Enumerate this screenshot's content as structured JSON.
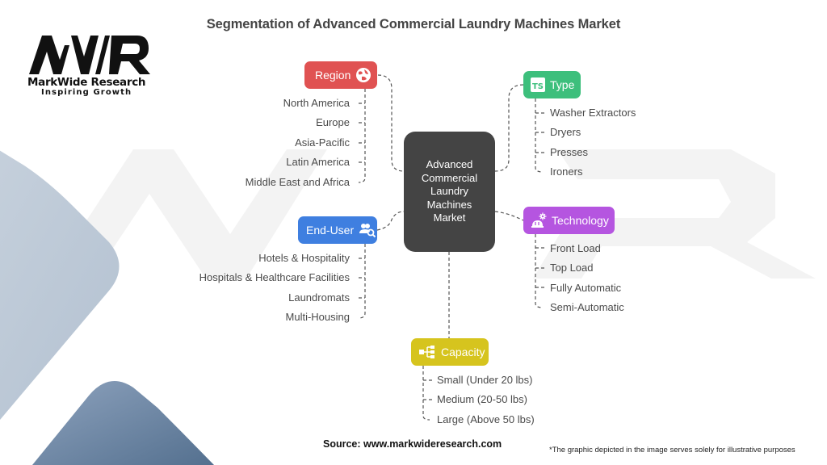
{
  "title": "Segmentation of Advanced Commercial Laundry Machines Market",
  "logo": {
    "mark": "MWR",
    "name": "MarkWide Research",
    "tagline": "Inspiring Growth"
  },
  "center": {
    "lines": [
      "Advanced",
      "Commercial",
      "Laundry",
      "Machines",
      "Market"
    ]
  },
  "segments": {
    "region": {
      "label": "Region",
      "icon": "globe-icon",
      "color": "#e05252",
      "items": [
        "North America",
        "Europe",
        "Asia-Pacific",
        "Latin America",
        "Middle East and Africa"
      ]
    },
    "type": {
      "label": "Type",
      "icon": "ts-badge-icon",
      "color": "#3dbf7c",
      "items": [
        "Washer Extractors",
        "Dryers",
        "Presses",
        "Ironers"
      ]
    },
    "end_user": {
      "label": "End-User",
      "icon": "user-search-icon",
      "color": "#3f7fe0",
      "items": [
        "Hotels & Hospitality",
        "Hospitals & Healthcare Facilities",
        "Laundromats",
        "Multi-Housing"
      ]
    },
    "technology": {
      "label": "Technology",
      "icon": "hardhat-gear-icon",
      "color": "#b555e0",
      "items": [
        "Front Load",
        "Top Load",
        "Fully Automatic",
        "Semi-Automatic"
      ]
    },
    "capacity": {
      "label": "Capacity",
      "icon": "hierarchy-icon",
      "color": "#d6c41e",
      "items": [
        "Small (Under 20 lbs)",
        "Medium (20-50 lbs)",
        "Large (Above 50 lbs)"
      ]
    }
  },
  "footer": {
    "source": "Source: www.markwideresearch.com",
    "note": "*The graphic depicted in the image serves solely for illustrative purposes"
  }
}
